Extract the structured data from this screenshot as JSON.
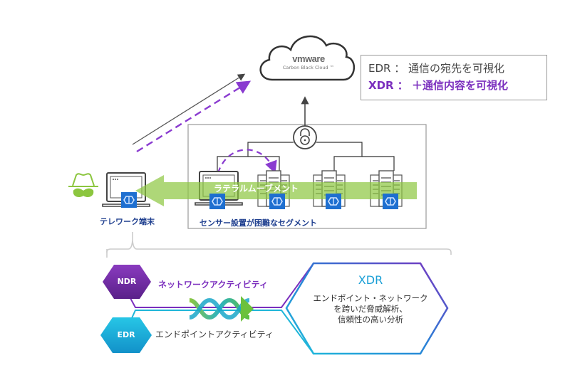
{
  "cloud": {
    "brand": "vmware",
    "product": "Carbon Black Cloud ™"
  },
  "legend": {
    "edr_line": "EDR ： 通信の宛先を可視化",
    "xdr_line": "XDR ： ＋通信内容を可視化"
  },
  "labels": {
    "telework": "テレワーク端末",
    "lateral_movement": "ラテラルムーブメント",
    "segment": "センサー設置が困難なセグメント",
    "ndr_activity": "ネットワークアクティビティ",
    "edr_activity": "エンドポイントアクティビティ"
  },
  "hexagons": {
    "ndr": "NDR",
    "edr": "EDR"
  },
  "xdr": {
    "title": "XDR",
    "desc_line1": "エンドポイント・ネットワーク",
    "desc_line2": "を跨いだ脅威解析、",
    "desc_line3": "信頼性の高い分析"
  },
  "colors": {
    "purple": "#7b2fbe",
    "cyan": "#1fb6d9",
    "green": "#8cc63f",
    "sensor_blue": "#1e6fd0",
    "label_blue": "#1f3f8f"
  }
}
